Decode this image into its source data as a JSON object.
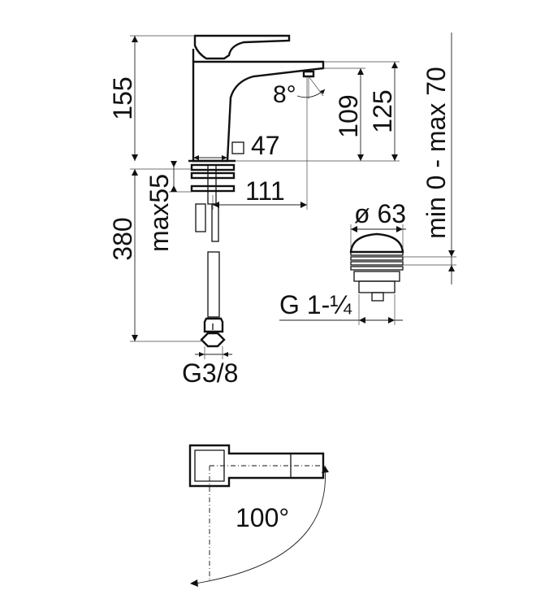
{
  "dimensions": {
    "total_height": "155",
    "spout_height": "109",
    "body_height": "125",
    "spout_angle": "8°",
    "base_size": "47",
    "spout_reach": "111",
    "hose_length": "380",
    "max_deck_thickness": "max55",
    "waste_diameter": "ø 63",
    "waste_height_range": "min 0 - max 70",
    "waste_thread": "G 1-¼",
    "inlet_thread": "G3/8",
    "swivel_angle": "100°"
  }
}
